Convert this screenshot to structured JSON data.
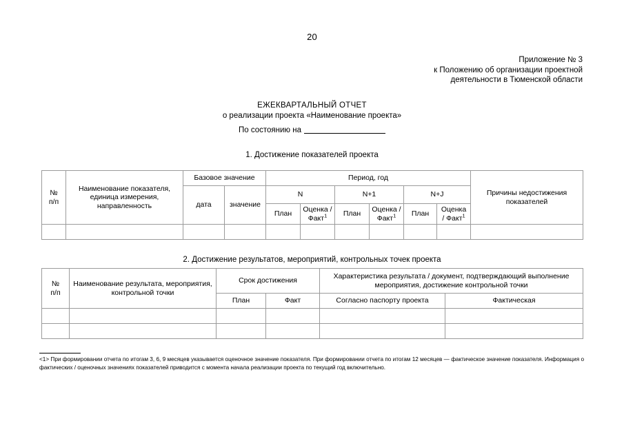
{
  "page": {
    "number": "20"
  },
  "approval": {
    "lines": [
      "Приложение № 3",
      "к Положению об организации проектной",
      "деятельности в Тюменской области"
    ]
  },
  "title": {
    "line1": "ЕЖЕКВАРТАЛЬНЫЙ ОТЧЕТ",
    "line2": "о реализации проекта «Наименование проекта»",
    "status_label": "По состоянию на"
  },
  "sections": [
    {
      "heading": "1. Достижение показателей проекта"
    },
    {
      "heading": "2. Достижение результатов, мероприятий, контрольных точек проекта"
    }
  ],
  "table_indicators": {
    "headers": {
      "number": "№\nп/п",
      "number_line1": "№",
      "number_line2": "п/п",
      "name": "Наименование показателя, единица измерения, направленность",
      "base_value": "Базовое значение",
      "base_date": "дата",
      "base_amount": "значение",
      "period": "Период, год",
      "period_n": "N",
      "period_n1": "N+1",
      "period_nj": "N+J",
      "plan": "План",
      "estimate_fact": "Оценка / Факт",
      "estimate_fact_sup": "1",
      "reasons": "Причины недостижения показателей"
    },
    "rows": [
      {
        "number": "",
        "name": "",
        "base_date": "",
        "base_amount": "",
        "n_plan": "",
        "n_fact": "",
        "n1_plan": "",
        "n1_fact": "",
        "nj_plan": "",
        "nj_fact": "",
        "reasons": ""
      }
    ]
  },
  "table_results": {
    "headers": {
      "number_line1": "№",
      "number_line2": "п/п",
      "name": "Наименование результата, мероприятия, контрольной точки",
      "deadline": "Срок достижения",
      "deadline_plan": "План",
      "deadline_fact": "Факт",
      "characteristic": "Характеристика результата / документ, подтверждающий выполнение мероприятия, достижение контрольной точки",
      "char_passport": "Согласно паспорту проекта",
      "char_actual": "Фактическая"
    },
    "rows": [
      {
        "number": "",
        "name": "",
        "plan": "",
        "fact": "",
        "passport": "",
        "actual": ""
      },
      {
        "number": "",
        "name": "",
        "plan": "",
        "fact": "",
        "passport": "",
        "actual": ""
      }
    ]
  },
  "footnote": {
    "marker": "<1>",
    "text": "<1> При формировании отчета по итогам 3, 6, 9 месяцев указывается оценочное значение показателя. При формировании отчета по итогам 12 месяцев — фактическое значение показателя.  Информация о фактических / оценочных значениях показателей приводится с момента начала реализации проекта по текущий год включительно."
  }
}
